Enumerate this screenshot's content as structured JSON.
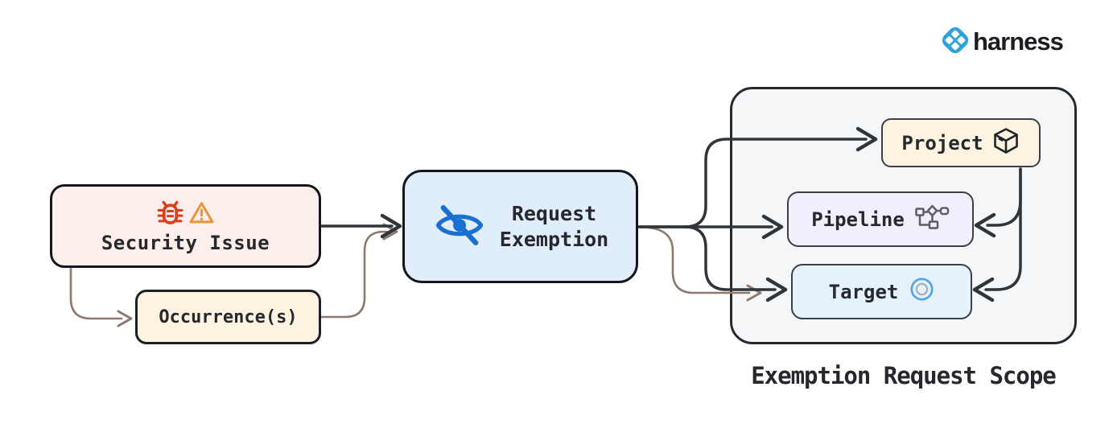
{
  "brand": {
    "name": "harness"
  },
  "nodes": {
    "security_issue": {
      "label": "Security Issue"
    },
    "occurrences": {
      "label": "Occurrence(s)"
    },
    "request_exemption": {
      "line1": "Request",
      "line2": "Exemption"
    },
    "project": {
      "label": "Project"
    },
    "pipeline": {
      "label": "Pipeline"
    },
    "target": {
      "label": "Target"
    }
  },
  "scope": {
    "label": "Exemption Request Scope"
  },
  "edges": [
    {
      "from": "security_issue",
      "to": "request_exemption",
      "color": "#30353b"
    },
    {
      "from": "security_issue",
      "to": "occurrences",
      "color": "#8d796d"
    },
    {
      "from": "occurrences",
      "to": "request_exemption",
      "color": "#8d796d"
    },
    {
      "from": "request_exemption",
      "to": "project",
      "color": "#30353b"
    },
    {
      "from": "request_exemption",
      "to": "pipeline",
      "color": "#30353b"
    },
    {
      "from": "request_exemption",
      "to": "target",
      "color": "#30353b"
    },
    {
      "from": "request_exemption",
      "to": "target",
      "color": "#8d796d"
    },
    {
      "from": "project",
      "to": "pipeline",
      "color": "#30353b"
    },
    {
      "from": "project",
      "to": "target",
      "color": "#30353b"
    }
  ],
  "icons": {
    "security_issue": [
      "bug-icon",
      "warning-icon"
    ],
    "request_exemption": "eye-off-icon",
    "project": "package-icon",
    "pipeline": "pipeline-graph-icon",
    "target": "target-circle-icon",
    "brand": "harness-logo-icon"
  },
  "colors": {
    "brand_blue": "#2ea2dc",
    "edge_dark": "#30353b",
    "edge_brown": "#8d796d",
    "security_fill": "#fceeeb",
    "occurrence_fill": "#fcf3e0",
    "exemption_fill": "#dfeefa",
    "scope_fill": "#f4f6f8",
    "project_fill": "#fdf3e1",
    "pipeline_fill": "#f2eefb",
    "target_fill": "#e5f2fc",
    "bug_red": "#d8401f",
    "warning_orange": "#e8963e",
    "eye_blue": "#1c6fd2",
    "target_icon_blue": "#55a4eb",
    "pipeline_icon_gray": "#5b5f66"
  }
}
